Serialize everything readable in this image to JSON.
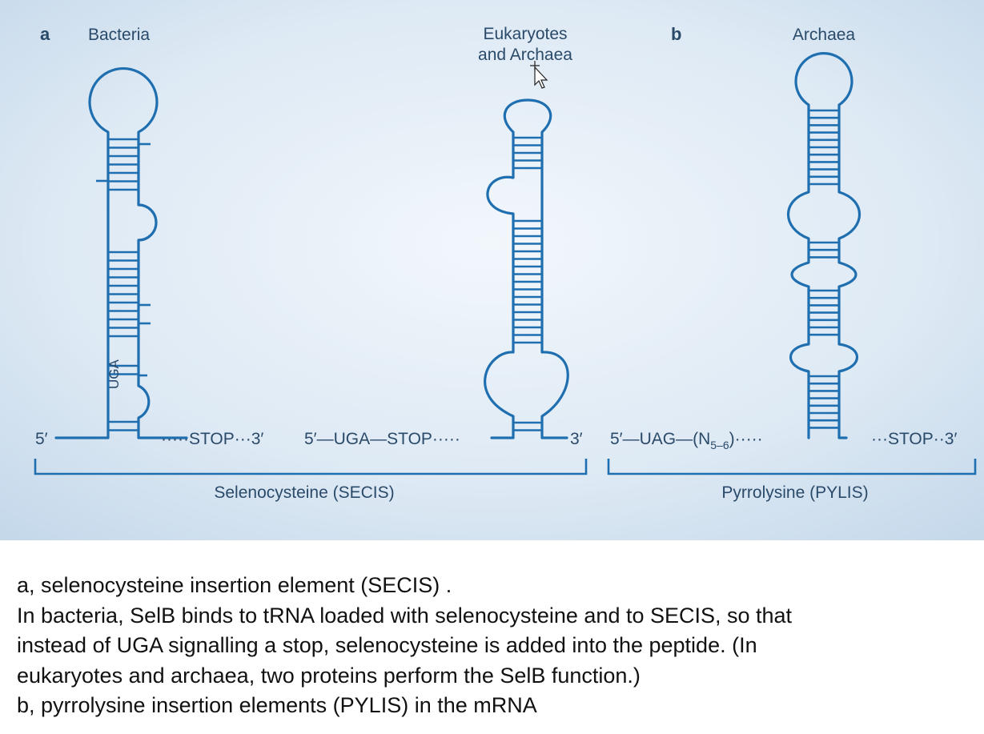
{
  "figure": {
    "panel_a_letter": "a",
    "panel_b_letter": "b",
    "bacteria_title": "Bacteria",
    "eukaryotes_title_line1": "Eukaryotes",
    "eukaryotes_title_line2": "and Archaea",
    "archaea_title": "Archaea",
    "bacteria_codon": "UGA",
    "bacteria_five_prime": "5′",
    "bacteria_tail": "·····STOP···3′",
    "euk_head": "5′—UGA—STOP·····",
    "euk_three_prime": "3′",
    "archaea_head": "5′—UAG—(N",
    "archaea_subscript": "5–6",
    "archaea_close": ")·····",
    "archaea_tail": "···STOP··3′",
    "secis_label": "Selenocysteine (SECIS)",
    "pylis_label": "Pyrrolysine (PYLIS)",
    "colors": {
      "background_top": "#c9dcec",
      "background_center": "#f2f7fc",
      "rna_line": "#1f6fb0",
      "label_text": "#2a4a6a"
    }
  },
  "caption": {
    "line1": "a, selenocysteine insertion element (SECIS) .",
    "line2": "In bacteria, SelB binds to tRNA loaded with selenocysteine and to SECIS, so that",
    "line3": "instead of UGA signalling a stop, selenocysteine is added into the peptide. (In",
    "line4": "eukaryotes and archaea, two proteins perform the SelB function.)",
    "line5": "b, pyrrolysine insertion elements (PYLIS) in the mRNA"
  },
  "cursor": {
    "icon": "move-cursor-icon"
  }
}
